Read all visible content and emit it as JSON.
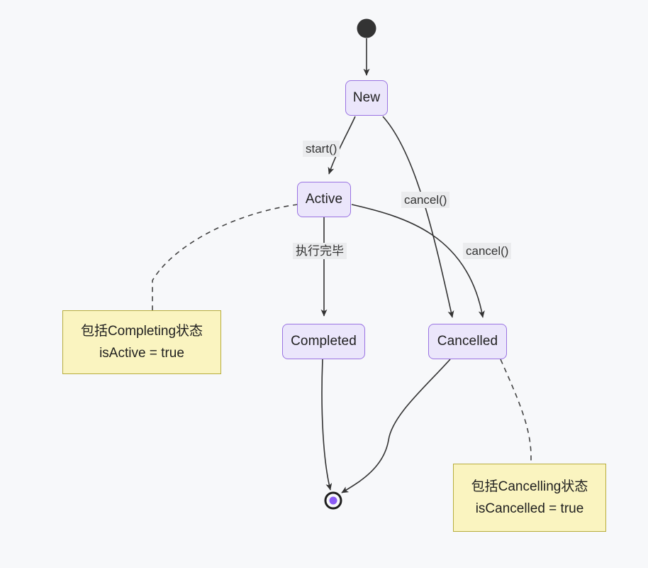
{
  "diagram": {
    "type": "state-diagram",
    "title": "",
    "background_color": "#f7f8fa",
    "node_fill": "#ebe6fb",
    "node_border": "#9a73e2",
    "note_fill": "#faf4c0",
    "note_border": "#b7ad3d",
    "edge_color": "#333333"
  },
  "states": [
    {
      "id": "new",
      "label": "New"
    },
    {
      "id": "active",
      "label": "Active"
    },
    {
      "id": "completed",
      "label": "Completed"
    },
    {
      "id": "cancelled",
      "label": "Cancelled"
    }
  ],
  "pseudo_states": [
    {
      "id": "start",
      "kind": "initial"
    },
    {
      "id": "end",
      "kind": "final"
    }
  ],
  "transitions": [
    {
      "from": "start",
      "to": "new",
      "label": ""
    },
    {
      "from": "new",
      "to": "active",
      "label": "start()"
    },
    {
      "from": "new",
      "to": "cancelled",
      "label": "cancel()"
    },
    {
      "from": "active",
      "to": "completed",
      "label": "执行完毕"
    },
    {
      "from": "active",
      "to": "cancelled",
      "label": "cancel()"
    },
    {
      "from": "completed",
      "to": "end",
      "label": ""
    },
    {
      "from": "cancelled",
      "to": "end",
      "label": ""
    }
  ],
  "edge_labels": {
    "start": "start()",
    "cancel_from_new": "cancel()",
    "done": "执行完毕",
    "cancel_from_active": "cancel()"
  },
  "notes": [
    {
      "id": "note-active",
      "attached_to": "active",
      "line1": "包括Completing状态",
      "line2": "isActive = true"
    },
    {
      "id": "note-cancelled",
      "attached_to": "cancelled",
      "line1": "包括Cancelling状态",
      "line2": "isCancelled = true"
    }
  ]
}
